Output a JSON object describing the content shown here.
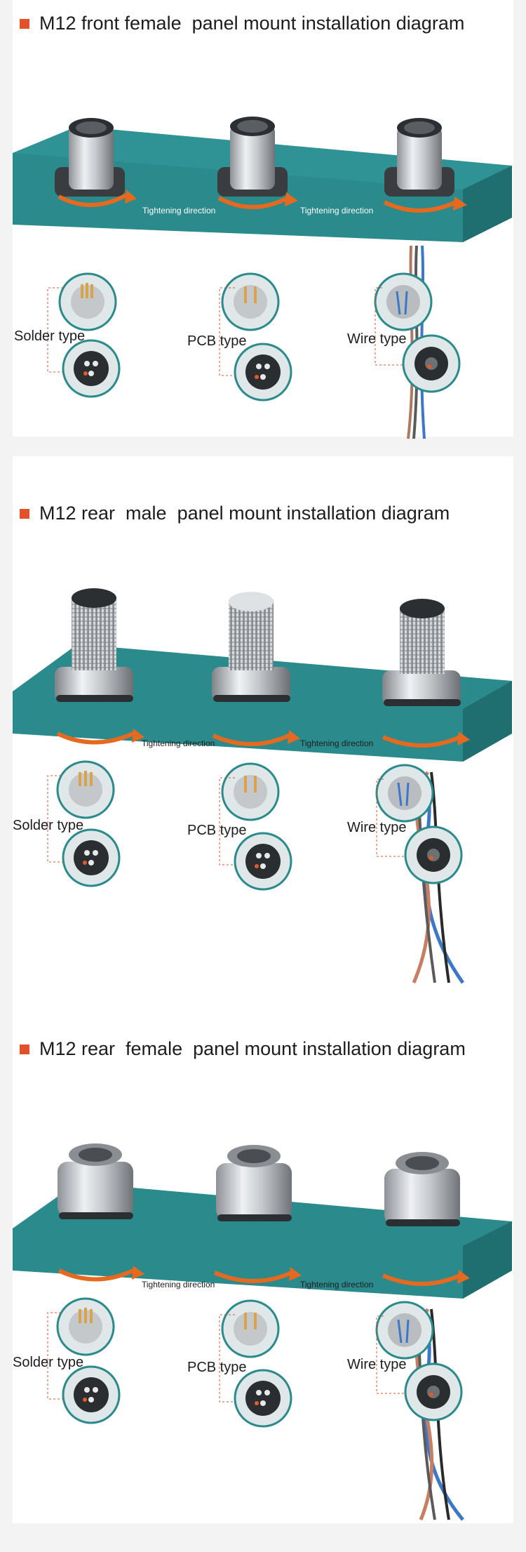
{
  "colors": {
    "accent": "#e3512a",
    "panel": "#2a8a8c",
    "arrow": "#e56a1f"
  },
  "sections": [
    {
      "title": "M12 front female  panel mount installation diagram",
      "kind": "front-female",
      "tightening_label": "Tightening direction",
      "types": [
        "Solder type",
        "PCB type",
        "Wire type"
      ]
    },
    {
      "title": "M12 rear  male  panel mount installation diagram",
      "kind": "rear-male",
      "tightening_label": "Tightening direction",
      "types": [
        "Solder type",
        "PCB type",
        "Wire type"
      ]
    },
    {
      "title": "M12 rear  female  panel mount installation diagram",
      "kind": "rear-female",
      "tightening_label": "Tightening direction",
      "types": [
        "Solder type",
        "PCB type",
        "Wire type"
      ]
    }
  ]
}
